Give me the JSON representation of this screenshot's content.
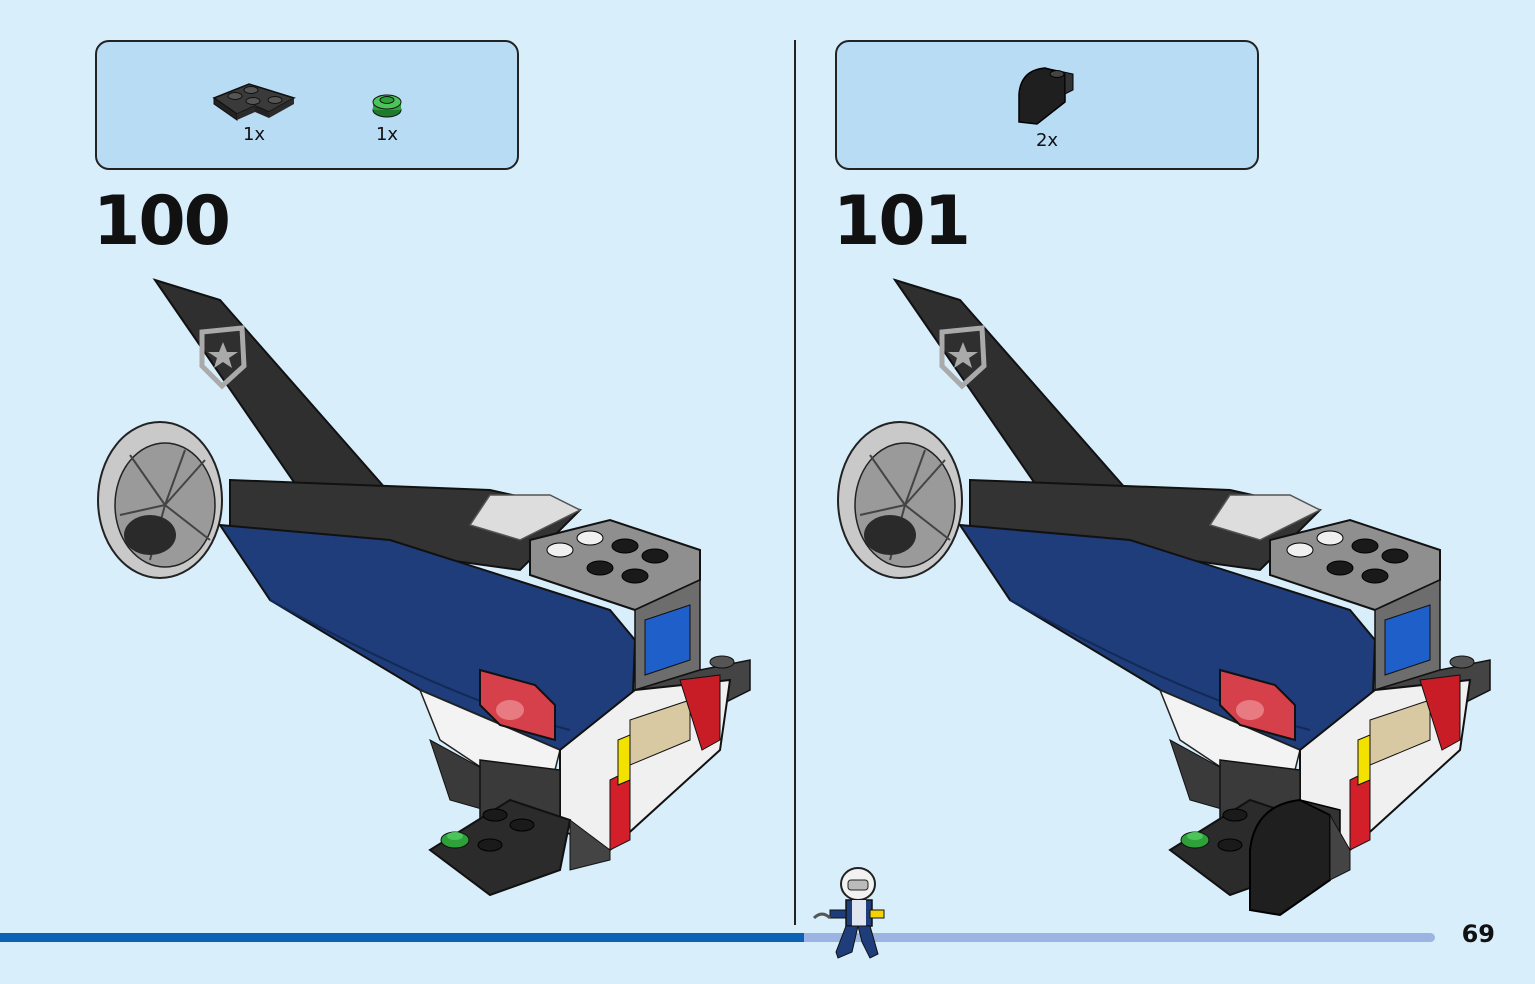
{
  "steps": [
    {
      "number": "100",
      "parts": [
        {
          "name": "dark-grey-corner-plate-icon",
          "qty": "1x",
          "color": "#3a3a3a"
        },
        {
          "name": "green-round-plate-icon",
          "qty": "1x",
          "color": "#2ea13a"
        }
      ]
    },
    {
      "number": "101",
      "parts": [
        {
          "name": "black-curved-slope-icon",
          "qty": "2x",
          "color": "#1f1f1f"
        }
      ]
    }
  ],
  "page": {
    "number": "69",
    "progress": 0.56
  },
  "colors": {
    "background": "#d8eefb",
    "parts_box": "#b9dcf5",
    "progress_fill": "#0b62b4",
    "progress_track": "#9bb4e2"
  }
}
